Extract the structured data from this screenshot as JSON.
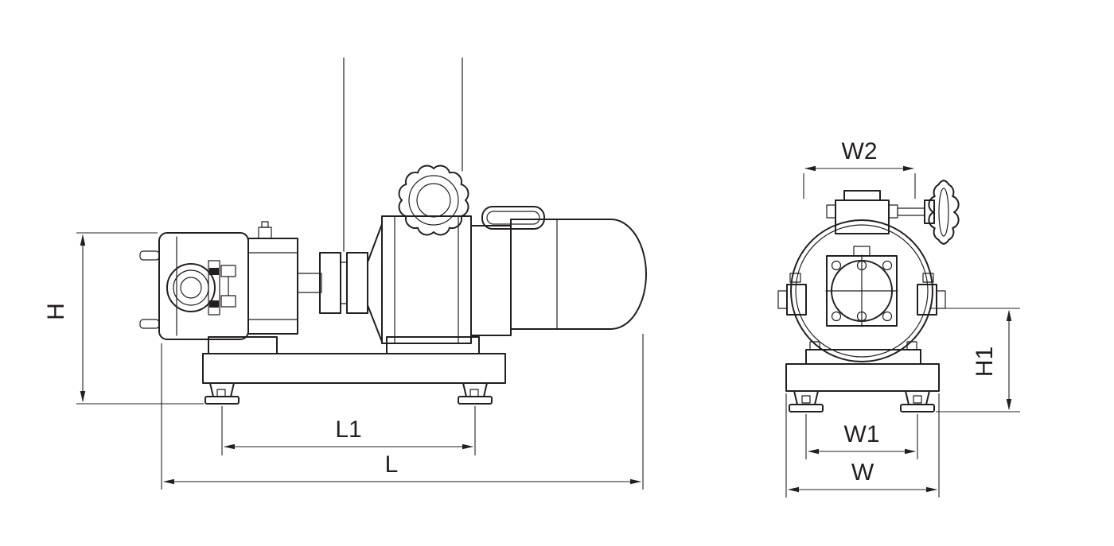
{
  "drawing": {
    "labels": {
      "H": "H",
      "L1": "L1",
      "L": "L",
      "W2": "W2",
      "W1": "W1",
      "W": "W",
      "H1": "H1"
    },
    "colors": {
      "line": "#231f20",
      "background": "#ffffff"
    }
  }
}
